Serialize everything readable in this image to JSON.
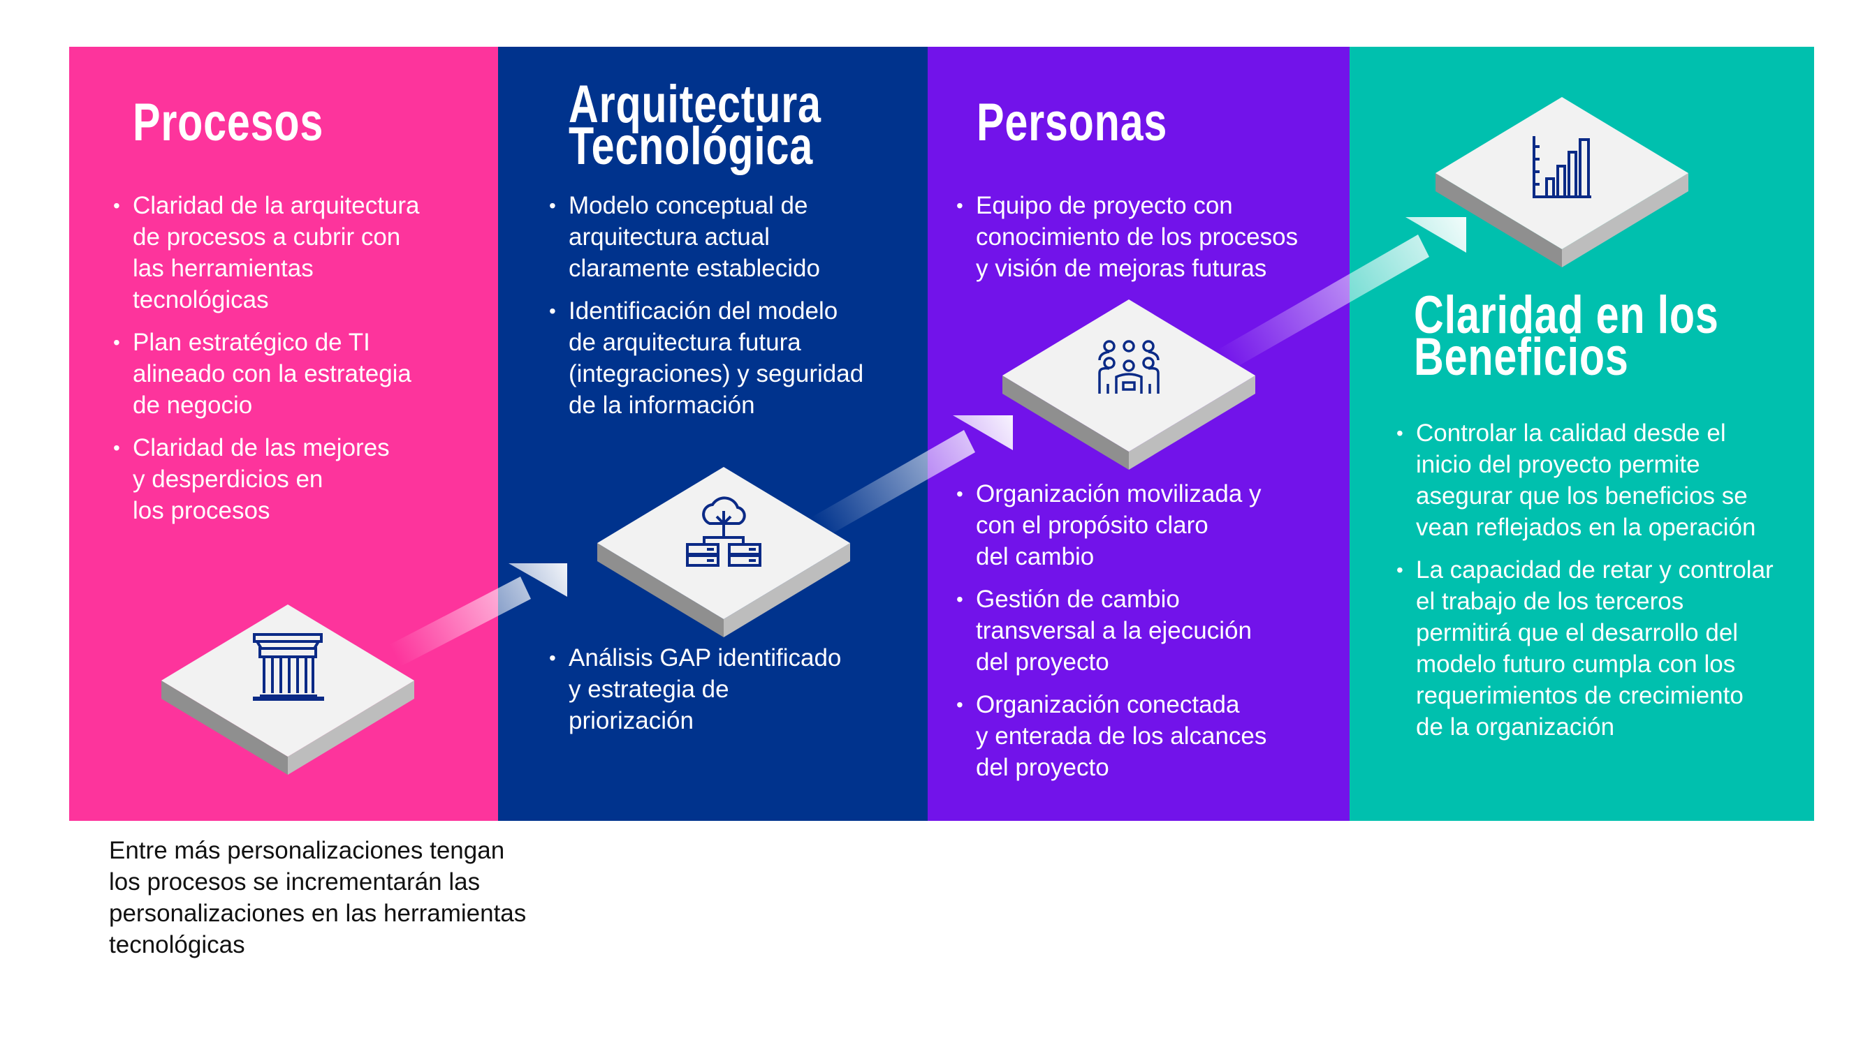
{
  "colors": {
    "procesos": "#fd349c",
    "arquitectura": "#00338d",
    "personas": "#7213ea",
    "beneficios": "#00c0ae",
    "icon": "#0b2a86"
  },
  "columns": [
    {
      "title": [
        "Procesos"
      ],
      "icon": "building-columns-icon",
      "bullets": [
        [
          "Claridad de la arquitectura",
          "de procesos a cubrir con",
          "las herramientas",
          "tecnológicas"
        ],
        [
          "Plan estratégico de TI",
          "alineado con la estrategia",
          "de negocio"
        ],
        [
          "Claridad de las mejores",
          "y desperdicios en",
          "los procesos"
        ]
      ]
    },
    {
      "title": [
        "Arquitectura",
        "Tecnológica"
      ],
      "icon": "cloud-servers-icon",
      "bullets": [
        [
          "Modelo conceptual de",
          "arquitectura actual",
          "claramente establecido"
        ],
        [
          "Identificación del modelo",
          "de arquitectura futura",
          "(integraciones) y seguridad",
          "de la información"
        ]
      ],
      "bullets_lower": [
        [
          "Análisis GAP identificado",
          "y estrategia de",
          "priorización"
        ]
      ]
    },
    {
      "title": [
        "Personas"
      ],
      "icon": "team-icon",
      "bullets": [
        [
          "Equipo de proyecto con",
          "conocimiento de los procesos",
          "y visión de mejoras futuras"
        ]
      ],
      "bullets_lower": [
        [
          "Organización movilizada y",
          "con el propósito claro",
          "del cambio"
        ],
        [
          "Gestión de cambio",
          "transversal a la ejecución",
          "del proyecto"
        ],
        [
          "Organización conectada",
          "y enterada de los alcances",
          "del proyecto"
        ]
      ]
    },
    {
      "title": [
        "Claridad en los",
        "Beneficios"
      ],
      "icon": "bar-chart-icon",
      "bullets": [
        [
          "Controlar la calidad desde el",
          "inicio del proyecto permite",
          "asegurar que los beneficios se",
          "vean reflejados en la operación"
        ],
        [
          "La capacidad de retar y controlar",
          "el trabajo de los terceros",
          "permitirá que el desarrollo del",
          "modelo futuro cumpla con los",
          "requerimientos de crecimiento",
          "de la organización"
        ]
      ]
    }
  ],
  "footnote": [
    "Entre más personalizaciones tengan",
    "los procesos se incrementarán las",
    "personalizaciones en las herramientas",
    "tecnológicas"
  ]
}
